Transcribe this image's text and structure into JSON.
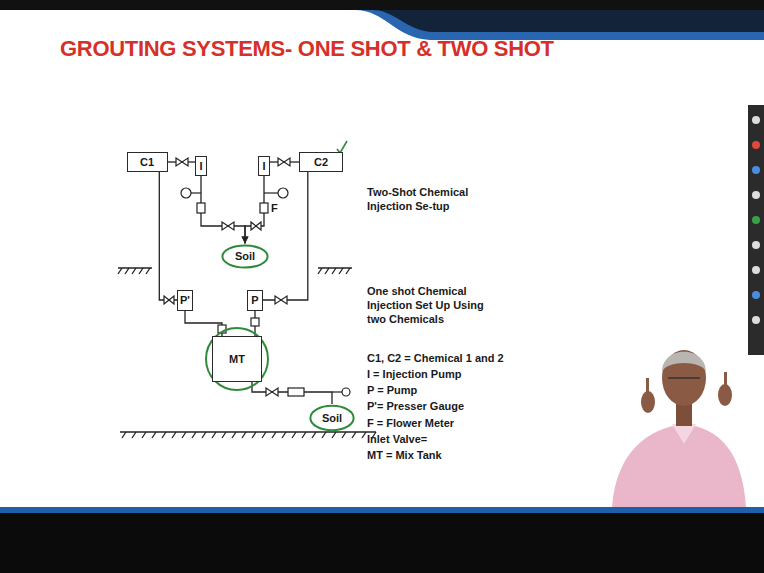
{
  "diagram": {
    "title": "GROUTING SYSTEMS- ONE SHOT & TWO SHOT",
    "nodes": [
      {
        "text": [
          "C1"
        ]
      },
      {
        "text": [
          "I"
        ]
      },
      {
        "text": [
          "I"
        ]
      },
      {
        "text": [
          "C2"
        ]
      },
      {
        "text": [
          "Soil"
        ]
      },
      {
        "text": [
          "P'"
        ]
      },
      {
        "text": [
          "P"
        ]
      },
      {
        "text": [
          "MT"
        ]
      },
      {
        "text": [
          "Soil"
        ]
      }
    ],
    "edges": [
      {
        "from": 0,
        "to": 1,
        "arrow": "none"
      },
      {
        "from": 3,
        "to": 2,
        "arrow": "none"
      },
      {
        "from": 1,
        "to": 4,
        "arrow": "to"
      },
      {
        "from": 2,
        "to": 4,
        "arrow": "to"
      },
      {
        "from": 0,
        "to": 5,
        "arrow": "none"
      },
      {
        "from": 3,
        "to": 6,
        "arrow": "none"
      },
      {
        "from": 5,
        "to": 7,
        "arrow": "none"
      },
      {
        "from": 6,
        "to": 7,
        "arrow": "none"
      },
      {
        "from": 7,
        "to": 8,
        "arrow": "none"
      }
    ],
    "labels": [
      "Two-Shot Chemical Injection Se-tup",
      "One shot Chemical Injection Set Up Using two Chemicals",
      "C1, C2 = Chemical 1 and 2",
      "I = Injection Pump",
      "P = Pump",
      "P'= Presser Gauge",
      "F = Flower Meter",
      "Inlet Valve=",
      "MT = Mix Tank",
      "F"
    ]
  }
}
